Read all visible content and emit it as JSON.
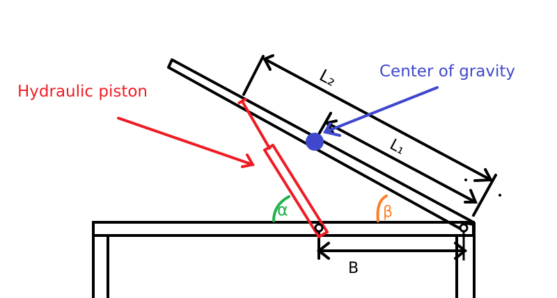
{
  "diagram": {
    "title": "Hydraulic piston lifting a hinged beam on a table",
    "labels": {
      "piston": "Hydraulic piston",
      "cog": "Center of gravity",
      "l2": "L₂",
      "l1": "L₁",
      "alpha": "α",
      "beta": "β",
      "b": "B"
    },
    "colors": {
      "structure": "#000000",
      "piston": "#ee1c24",
      "cog": "#3f48cc",
      "alpha": "#22b14c",
      "beta": "#ff7f27"
    }
  }
}
